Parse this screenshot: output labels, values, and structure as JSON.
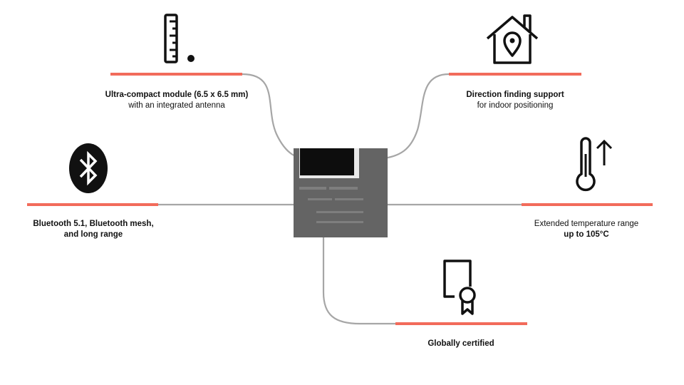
{
  "colors": {
    "accent": "#f26b5b",
    "connector": "#a6a6a6",
    "chip": "#5e5e5e",
    "icon": "#111111"
  },
  "features": {
    "module": {
      "icon": "ruler-icon",
      "line1": "Ultra-compact module (6.5 x 6.5 mm)",
      "line2": "with an integrated antenna"
    },
    "direction": {
      "icon": "home-location-icon",
      "line1": "Direction finding support",
      "line2": "for indoor positioning"
    },
    "bluetooth": {
      "icon": "bluetooth-icon",
      "line1": "Bluetooth 5.1, Bluetooth mesh,",
      "line2": "and long range"
    },
    "temperature": {
      "icon": "thermometer-up-icon",
      "line1": "Extended temperature range",
      "line2": "up to 105°C"
    },
    "certified": {
      "icon": "certificate-icon",
      "line1": "Globally certified"
    }
  }
}
